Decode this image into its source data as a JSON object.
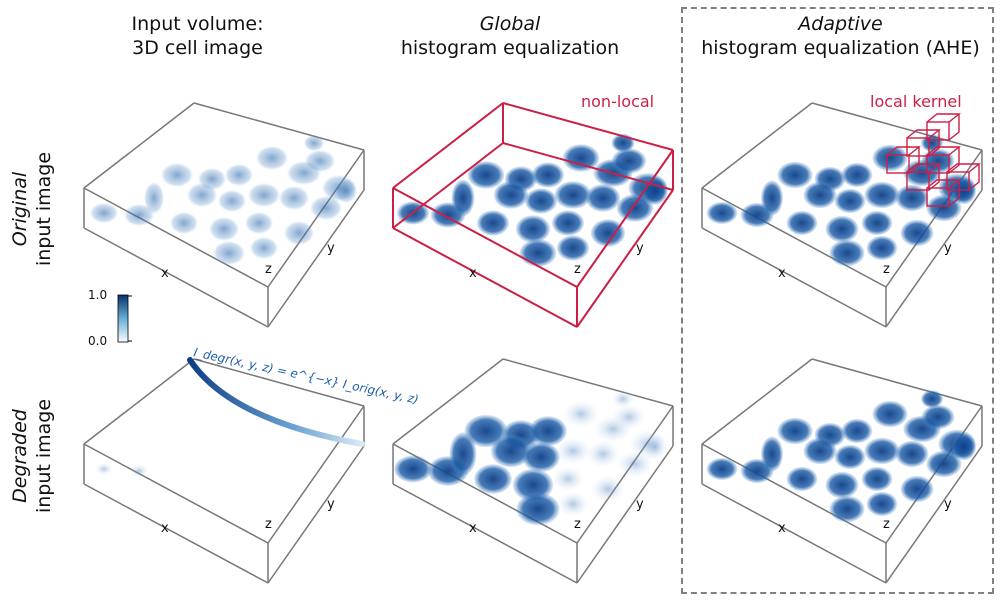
{
  "columns": [
    {
      "line1": "Input volume:",
      "line2": "3D cell image"
    },
    {
      "line1": "Global",
      "line2": "histogram equalization"
    },
    {
      "line1": "Adaptive",
      "line2": "histogram equalization (AHE)"
    }
  ],
  "rows": [
    {
      "line1": "Original",
      "line2": "input image"
    },
    {
      "line1": "Degraded",
      "line2": "input image"
    }
  ],
  "axes": {
    "x": "x",
    "y": "y",
    "z": "z"
  },
  "annotations": {
    "non_local": "non-local",
    "local_kernel": "local kernel",
    "degradation_formula": "I_degr(x, y, z) = e^{−x} I_orig(x, y, z)"
  },
  "colorbar": {
    "max": "1.0",
    "min": "0.0",
    "colormap": "Blues"
  },
  "colors": {
    "cells": "#0d3f87",
    "highlight": "#cc1f46",
    "box_edge": "#777777",
    "dashed_border": "#808080"
  }
}
